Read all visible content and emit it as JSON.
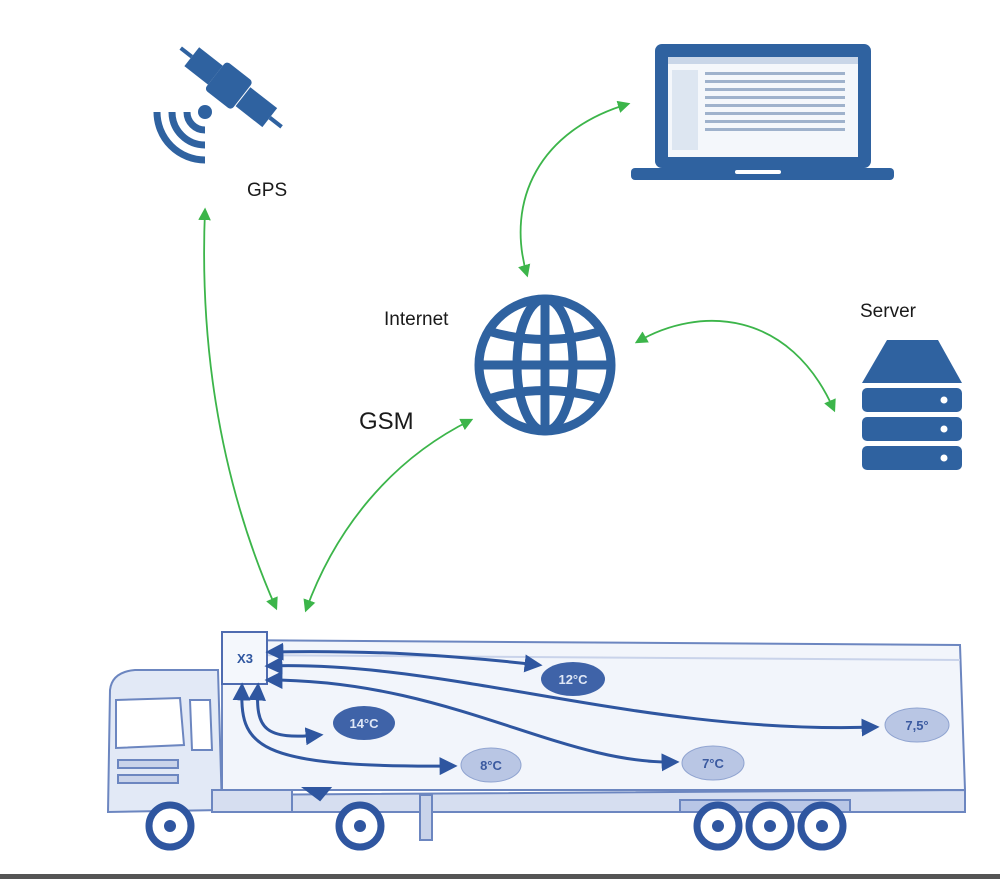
{
  "labels": {
    "gps": "GPS",
    "internet": "Internet",
    "server": "Server",
    "gsm": "GSM"
  },
  "device": {
    "label": "X3"
  },
  "sensors": [
    {
      "id": "s12",
      "label": "12°C",
      "fill": "dark"
    },
    {
      "id": "s14",
      "label": "14°C",
      "fill": "dark"
    },
    {
      "id": "s8",
      "label": "8°C",
      "fill": "light"
    },
    {
      "id": "s7",
      "label": "7°C",
      "fill": "light"
    },
    {
      "id": "s75",
      "label": "7,5°",
      "fill": "light"
    }
  ],
  "icons": {
    "satellite": "satellite-icon",
    "laptop": "laptop-icon",
    "globe": "globe-icon",
    "server": "server-icon",
    "truck": "truck-icon"
  },
  "colors": {
    "icon_blue": "#2f62a0",
    "link_green": "#3cb54a",
    "sensor_dark": "#3f63a8",
    "sensor_light": "#b9c6e4",
    "truck_line": "#6c86c0",
    "truck_fill": "#e9eef8"
  }
}
